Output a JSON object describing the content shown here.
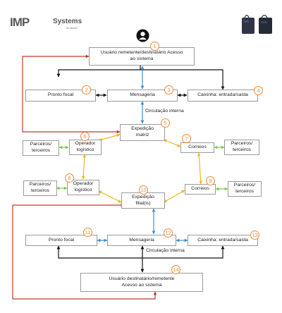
{
  "logo": {
    "mark": "IMP",
    "name": "Systems",
    "sub": "do Brasil"
  },
  "boxes": {
    "b1": [
      "Usuário remetente/destinatário Acesso",
      "ao sistema"
    ],
    "b2": [
      "Pronto focal"
    ],
    "b3": [
      "Mensageria"
    ],
    "b4": [
      "Caixinha: entrada/saída"
    ],
    "b5": [
      "Expedição",
      "matriz"
    ],
    "b6": [
      "Operador",
      "logístico"
    ],
    "b6p": [
      "Parceiros/",
      "terceiros"
    ],
    "b7": [
      "Correios"
    ],
    "b7p": [
      "Parceiros/",
      "terceiros"
    ],
    "b8": [
      "Operador",
      "logístico"
    ],
    "b8p": [
      "Parceiros/",
      "terceiros"
    ],
    "b9": [
      "Correios"
    ],
    "b9p": [
      "Parceiros/",
      "terceiros"
    ],
    "b10": [
      "Expedição",
      "filial(is)"
    ],
    "b11": [
      "Pronto focal"
    ],
    "b12": [
      "Mensageria"
    ],
    "b13": [
      "Caixinha: entrada/saída"
    ],
    "b14": [
      "Usuário destinatário/remetente",
      "Acesso ao sistema"
    ]
  },
  "numbers": [
    "1",
    "2",
    "3",
    "4",
    "5",
    "6",
    "7",
    "8",
    "9",
    "10",
    "11",
    "12",
    "13",
    "14"
  ],
  "labels": {
    "circ1": "Circulação interna",
    "circ2": "Circulação interna"
  },
  "colors": {
    "black": "#111111",
    "blue": "#3b8fd0",
    "red": "#c0392b",
    "green": "#7ec850",
    "yellow": "#f2b619",
    "orange": "#e8893a",
    "border": "#9a9a9a"
  }
}
